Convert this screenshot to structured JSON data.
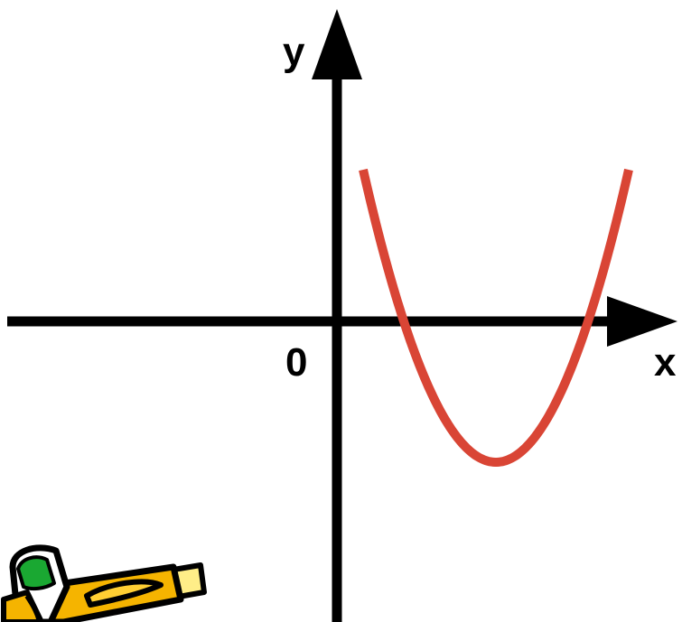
{
  "diagram": {
    "axis_x_label": "x",
    "axis_y_label": "y",
    "origin_label": "0",
    "curve": {
      "type": "parabola",
      "opens": "up",
      "vertex_quadrant": "IV",
      "x_intercepts": "both positive",
      "color": "#d94535"
    },
    "axis_color": "#000000",
    "decoration": "pencil-clipart"
  },
  "colors": {
    "background": "#ffffff",
    "pencil_body": "#f5b400",
    "pencil_eraser": "#1aa832",
    "pencil_tip": "#ffee88"
  }
}
